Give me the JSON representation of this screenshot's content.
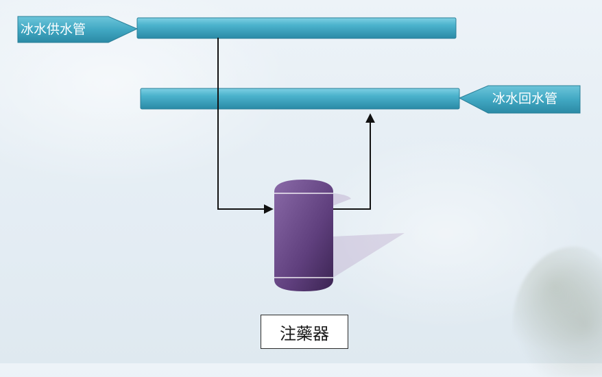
{
  "labels": {
    "supply_pipe": "冰水供水管",
    "return_pipe": "冰水回水管",
    "injector": "注藥器"
  },
  "colors": {
    "pipe": "#3fa6c2",
    "tank": "#6a4a88",
    "arrow": "#111111"
  }
}
